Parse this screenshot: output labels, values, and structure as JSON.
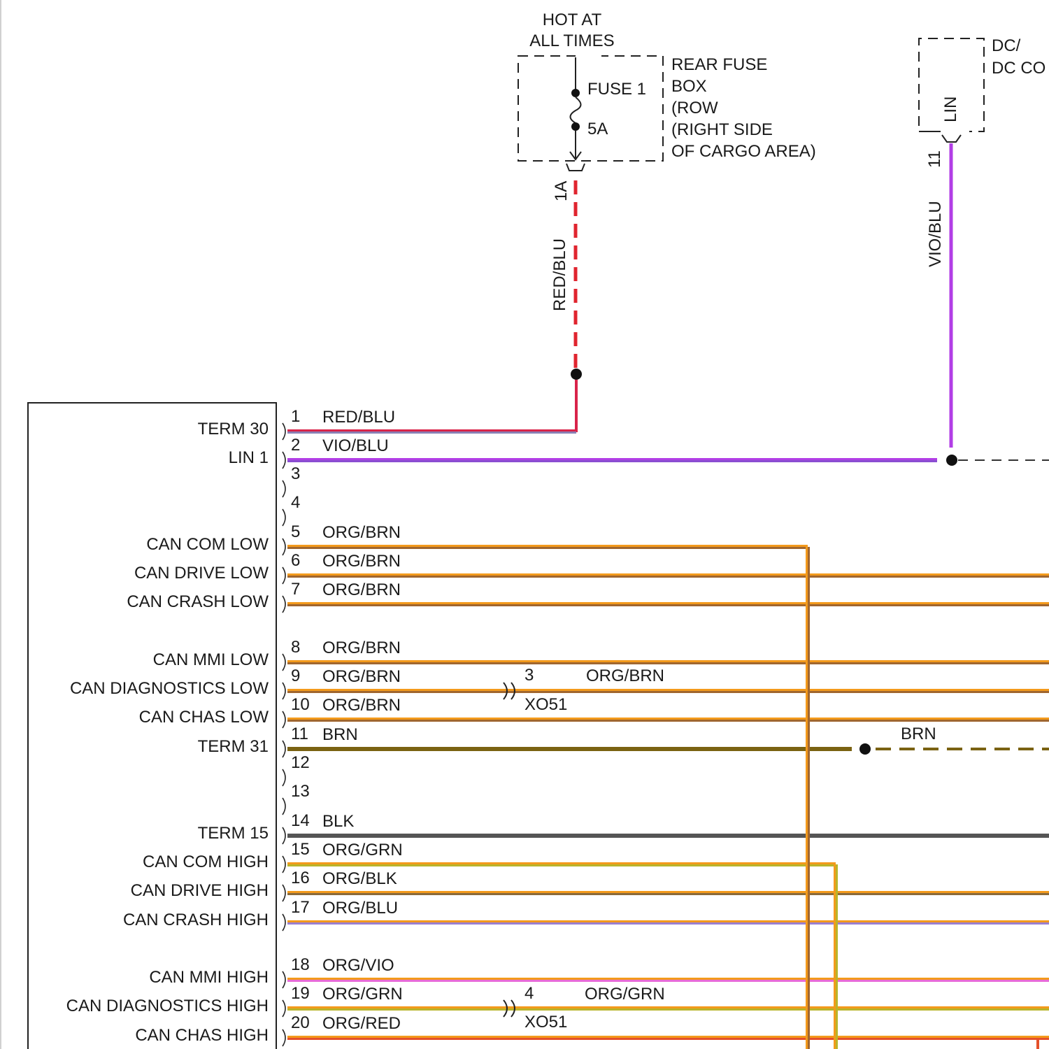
{
  "fuse_box": {
    "hot_line1": "HOT AT",
    "hot_line2": "ALL TIMES",
    "fuse_name": "FUSE 1",
    "fuse_rating": "5A",
    "box_line1": "REAR FUSE",
    "box_line2": "BOX",
    "box_line3": "(ROW",
    "box_line4": "(RIGHT SIDE",
    "box_line5": "OF CARGO AREA)",
    "terminal": "1A",
    "wire_color_label": "RED/BLU"
  },
  "dc_module": {
    "line1": "DC/",
    "line2": "DC CO",
    "pin_label": "LIN",
    "terminal": "11",
    "wire_color_label": "VIO/BLU"
  },
  "module_pins": [
    {
      "pin": "1",
      "function": "TERM 30",
      "wire": "RED/BLU",
      "colors": [
        "#d9244a",
        "#8a7fb4"
      ]
    },
    {
      "pin": "2",
      "function": "LIN 1",
      "wire": "VIO/BLU",
      "colors": [
        "#b23ee6",
        "#8a4dd1"
      ]
    },
    {
      "pin": "3",
      "function": "",
      "wire": "",
      "colors": []
    },
    {
      "pin": "4",
      "function": "",
      "wire": "",
      "colors": []
    },
    {
      "pin": "5",
      "function": "CAN COM LOW",
      "wire": "ORG/BRN",
      "colors": [
        "#f39a1c",
        "#a0662f"
      ]
    },
    {
      "pin": "6",
      "function": "CAN DRIVE LOW",
      "wire": "ORG/BRN",
      "colors": [
        "#f39a1c",
        "#a0662f"
      ]
    },
    {
      "pin": "7",
      "function": "CAN CRASH LOW",
      "wire": "ORG/BRN",
      "colors": [
        "#f39a1c",
        "#a0662f"
      ]
    },
    {
      "pin": "8",
      "function": "CAN MMI LOW",
      "wire": "ORG/BRN",
      "colors": [
        "#f39a1c",
        "#a0662f"
      ]
    },
    {
      "pin": "9",
      "function": "CAN DIAGNOSTICS LOW",
      "wire": "ORG/BRN",
      "colors": [
        "#f39a1c",
        "#a0662f"
      ]
    },
    {
      "pin": "10",
      "function": "CAN CHAS LOW",
      "wire": "ORG/BRN",
      "colors": [
        "#f39a1c",
        "#a0662f"
      ]
    },
    {
      "pin": "11",
      "function": "TERM 31",
      "wire": "BRN",
      "colors": [
        "#7a6212",
        "#7a6212"
      ]
    },
    {
      "pin": "12",
      "function": "",
      "wire": "",
      "colors": []
    },
    {
      "pin": "13",
      "function": "",
      "wire": "",
      "colors": []
    },
    {
      "pin": "14",
      "function": "TERM 15",
      "wire": "BLK",
      "colors": [
        "#555555",
        "#555555"
      ]
    },
    {
      "pin": "15",
      "function": "CAN COM HIGH",
      "wire": "ORG/GRN",
      "colors": [
        "#f39a1c",
        "#b9b42a"
      ]
    },
    {
      "pin": "16",
      "function": "CAN DRIVE HIGH",
      "wire": "ORG/BLK",
      "colors": [
        "#f39a1c",
        "#8a6a3a"
      ]
    },
    {
      "pin": "17",
      "function": "CAN CRASH HIGH",
      "wire": "ORG/BLU",
      "colors": [
        "#f39a1c",
        "#9a7fd0"
      ]
    },
    {
      "pin": "18",
      "function": "CAN MMI HIGH",
      "wire": "ORG/VIO",
      "colors": [
        "#f39a1c",
        "#e86bd8"
      ]
    },
    {
      "pin": "19",
      "function": "CAN DIAGNOSTICS HIGH",
      "wire": "ORG/GRN",
      "colors": [
        "#f39a1c",
        "#b9b42a"
      ]
    },
    {
      "pin": "20",
      "function": "CAN CHAS HIGH",
      "wire": "ORG/RED",
      "colors": [
        "#f39a1c",
        "#e4502a"
      ]
    }
  ],
  "connector_xo51": {
    "name": "XO51",
    "low_pin": "3",
    "low_wire": "ORG/BRN",
    "high_pin": "4",
    "high_wire": "ORG/GRN"
  },
  "ground_splice": {
    "wire": "BRN"
  }
}
